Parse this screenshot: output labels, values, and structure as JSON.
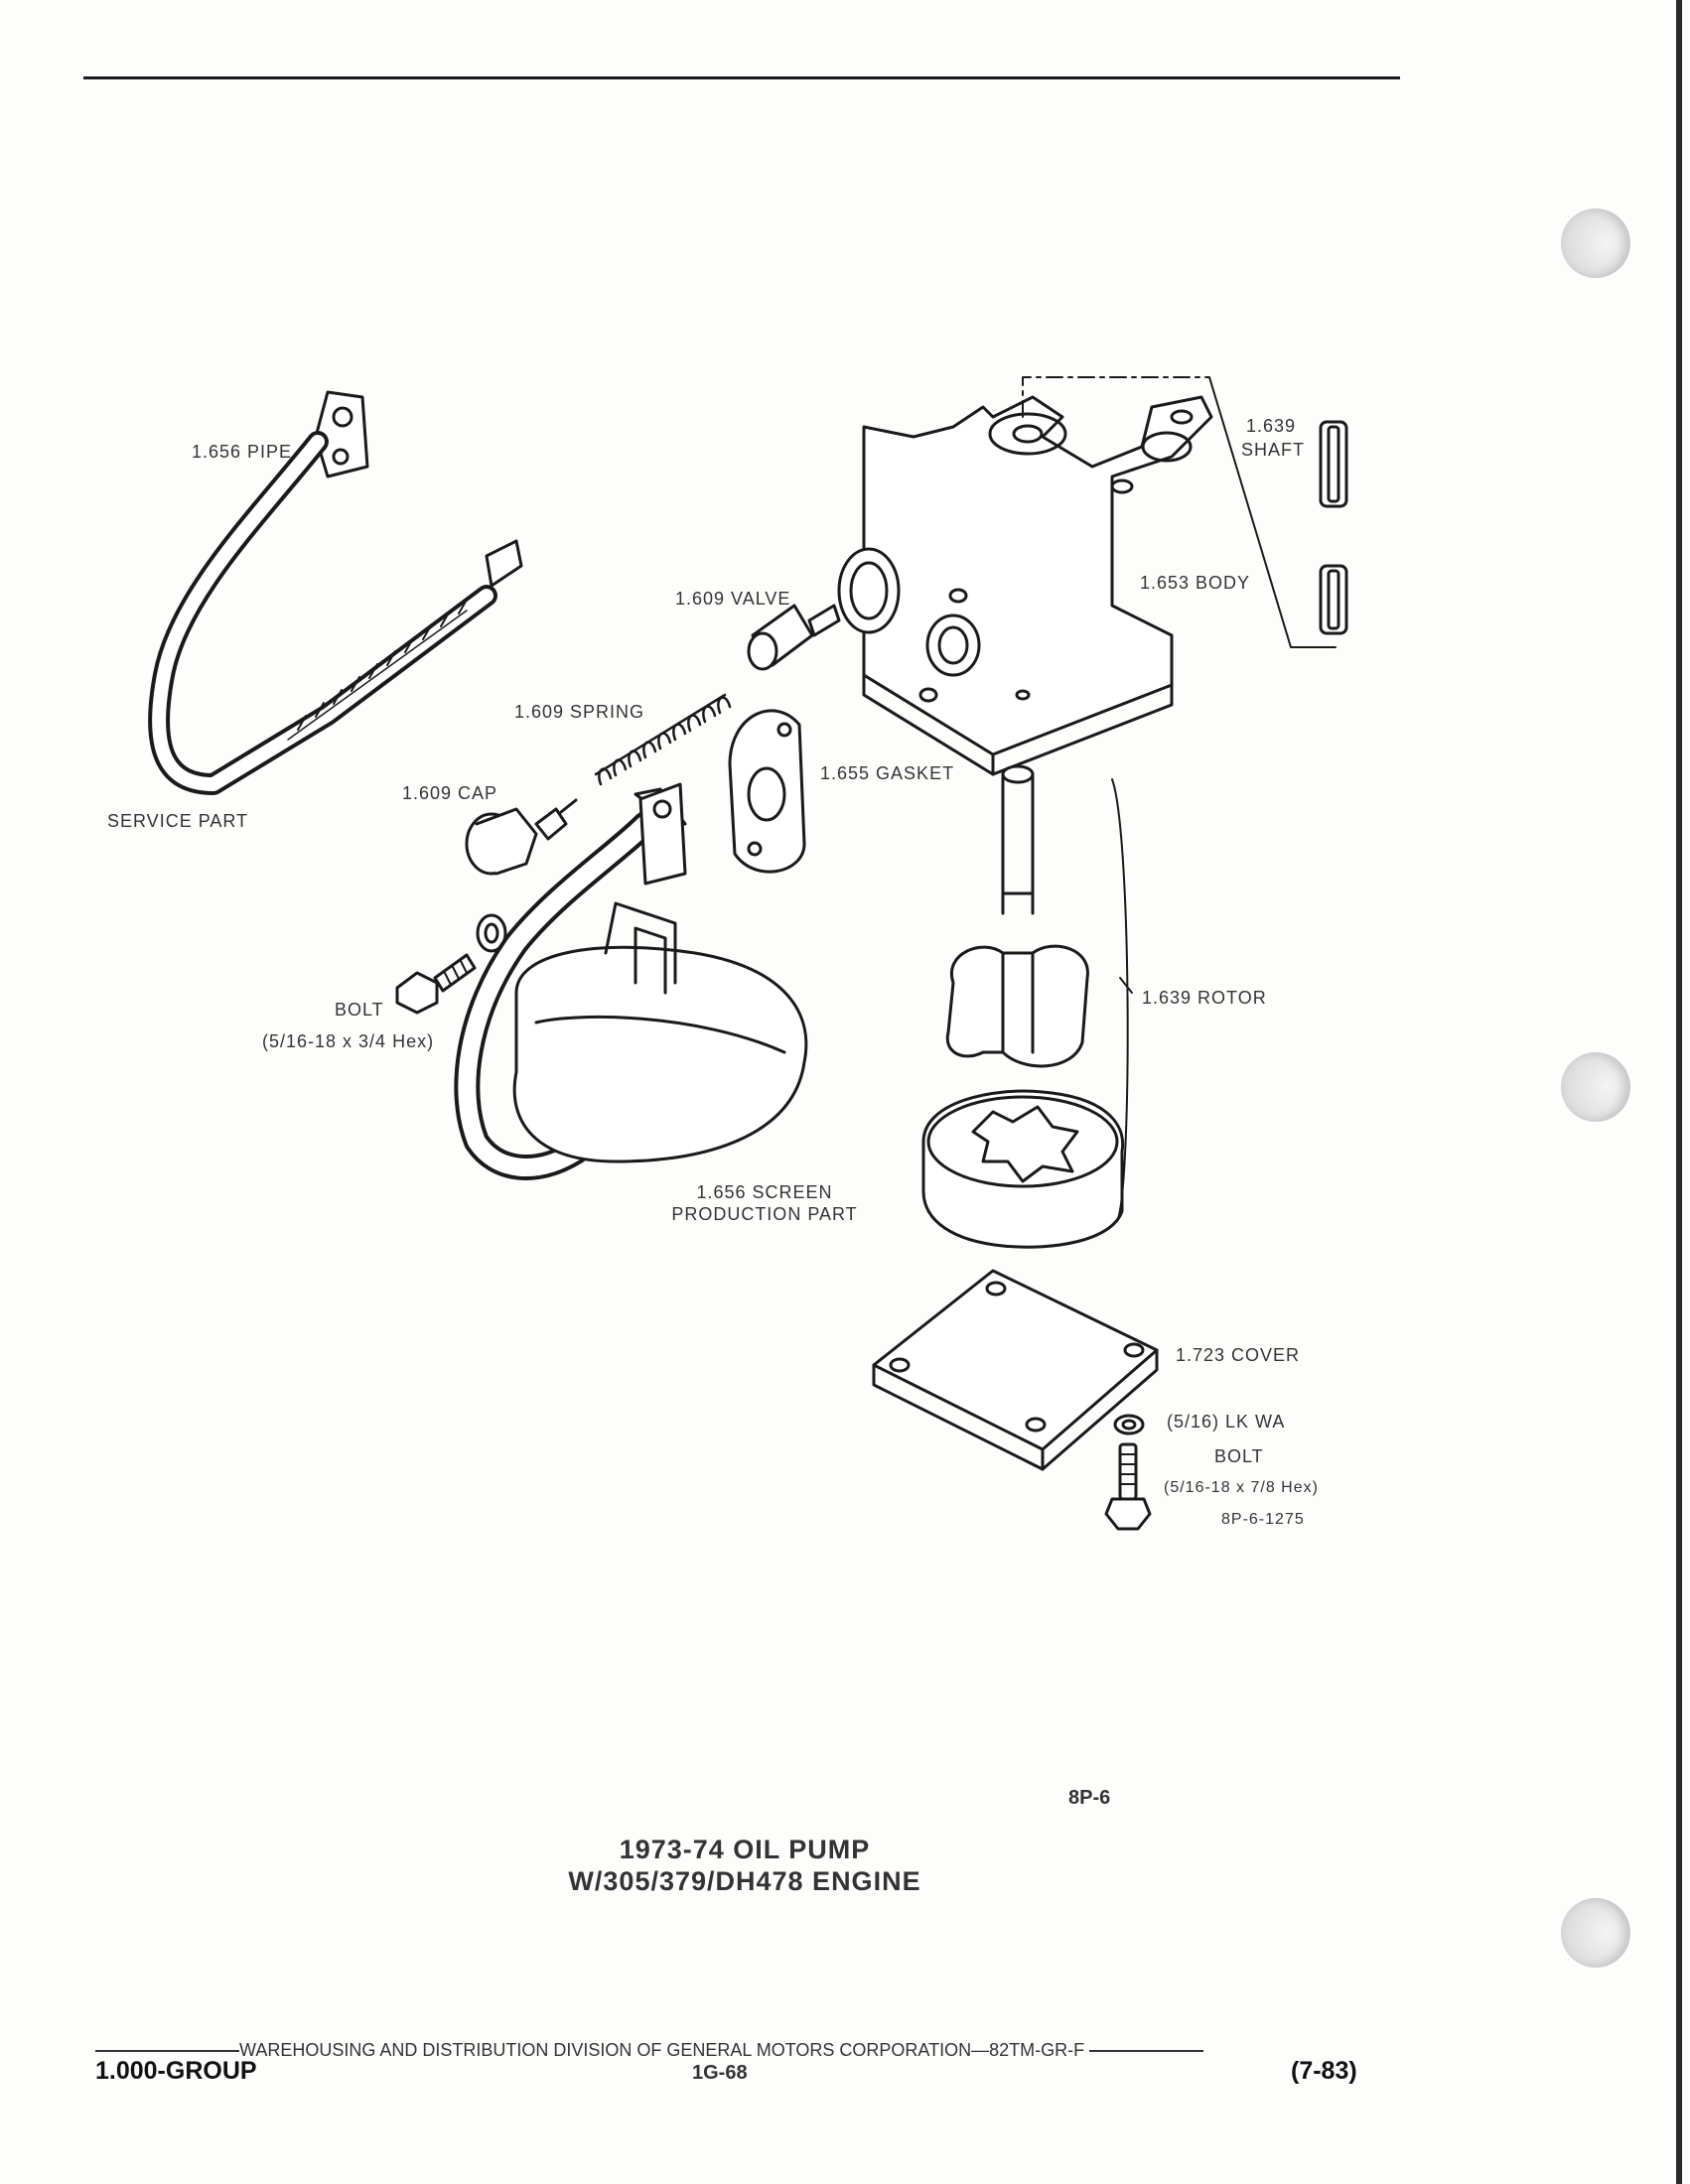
{
  "labels": {
    "pipe": "1.656 PIPE",
    "service_part": "SERVICE PART",
    "valve": "1.609 VALVE",
    "spring": "1.609 SPRING",
    "cap": "1.609 CAP",
    "gasket": "1.655 GASKET",
    "shaft_number": "1.639",
    "shaft": "SHAFT",
    "body": "1.653 BODY",
    "rotor": "1.639 ROTOR",
    "bolt_left": "BOLT",
    "bolt_left_size": "(5/16-18 x 3/4 Hex)",
    "screen": "1.656 SCREEN",
    "production_part": "PRODUCTION PART",
    "cover": "1.723 COVER",
    "lock_washer": "(5/16) LK WA",
    "bolt_right": "BOLT",
    "bolt_right_size": "(5/16-18 x 7/8 Hex)",
    "drawing_number": "8P-6-1275"
  },
  "figure_number": "8P-6",
  "title": {
    "line1": "1973-74 OIL PUMP",
    "line2": "W/305/379/DH478 ENGINE"
  },
  "footer": {
    "division": "WAREHOUSING AND DISTRIBUTION  DIVISION OF GENERAL MOTORS CORPORATION—82TM-GR-F",
    "group": "1.000-GROUP",
    "page": "1G-68",
    "date_code": "(7-83)"
  }
}
